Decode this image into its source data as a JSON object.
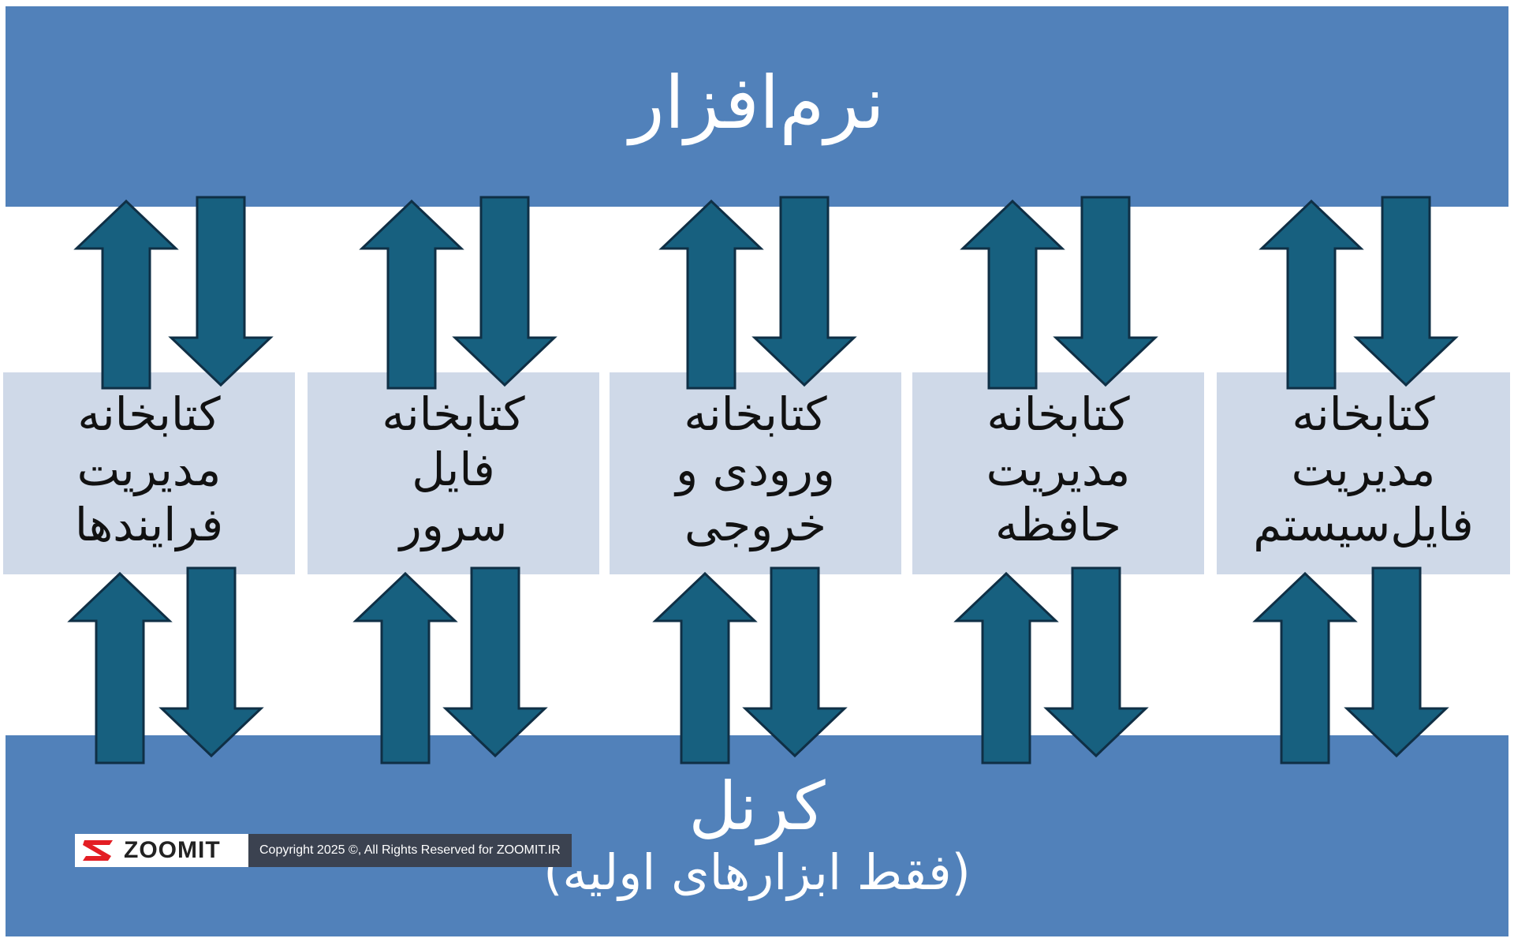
{
  "diagram": {
    "top_layer": {
      "label": "نرم‌افزار"
    },
    "bottom_layer": {
      "label": "کرنل",
      "sublabel": "(فقط ابزارهای اولیه)"
    },
    "libraries": [
      {
        "lines": [
          "کتابخانه",
          "مدیریت",
          "فرایندها"
        ]
      },
      {
        "lines": [
          "کتابخانه",
          "فایل",
          "سرور"
        ]
      },
      {
        "lines": [
          "کتابخانه",
          "ورودی و",
          "خروجی"
        ]
      },
      {
        "lines": [
          "کتابخانه",
          "مدیریت",
          "حافظه"
        ]
      },
      {
        "lines": [
          "کتابخانه",
          "مدیریت",
          "فایل‌سیستم"
        ]
      }
    ],
    "colors": {
      "layer_band": "#5181ba",
      "library_box": "#cfd9e8",
      "arrow_fill": "#17607f",
      "arrow_stroke": "#0f2f45"
    }
  },
  "watermark": {
    "brand": "ZOOMIT",
    "logo_icon": "zoomit-z-logo",
    "copyright": "Copyright 2025 ©, All Rights Reserved for ZOOMIT.IR"
  }
}
